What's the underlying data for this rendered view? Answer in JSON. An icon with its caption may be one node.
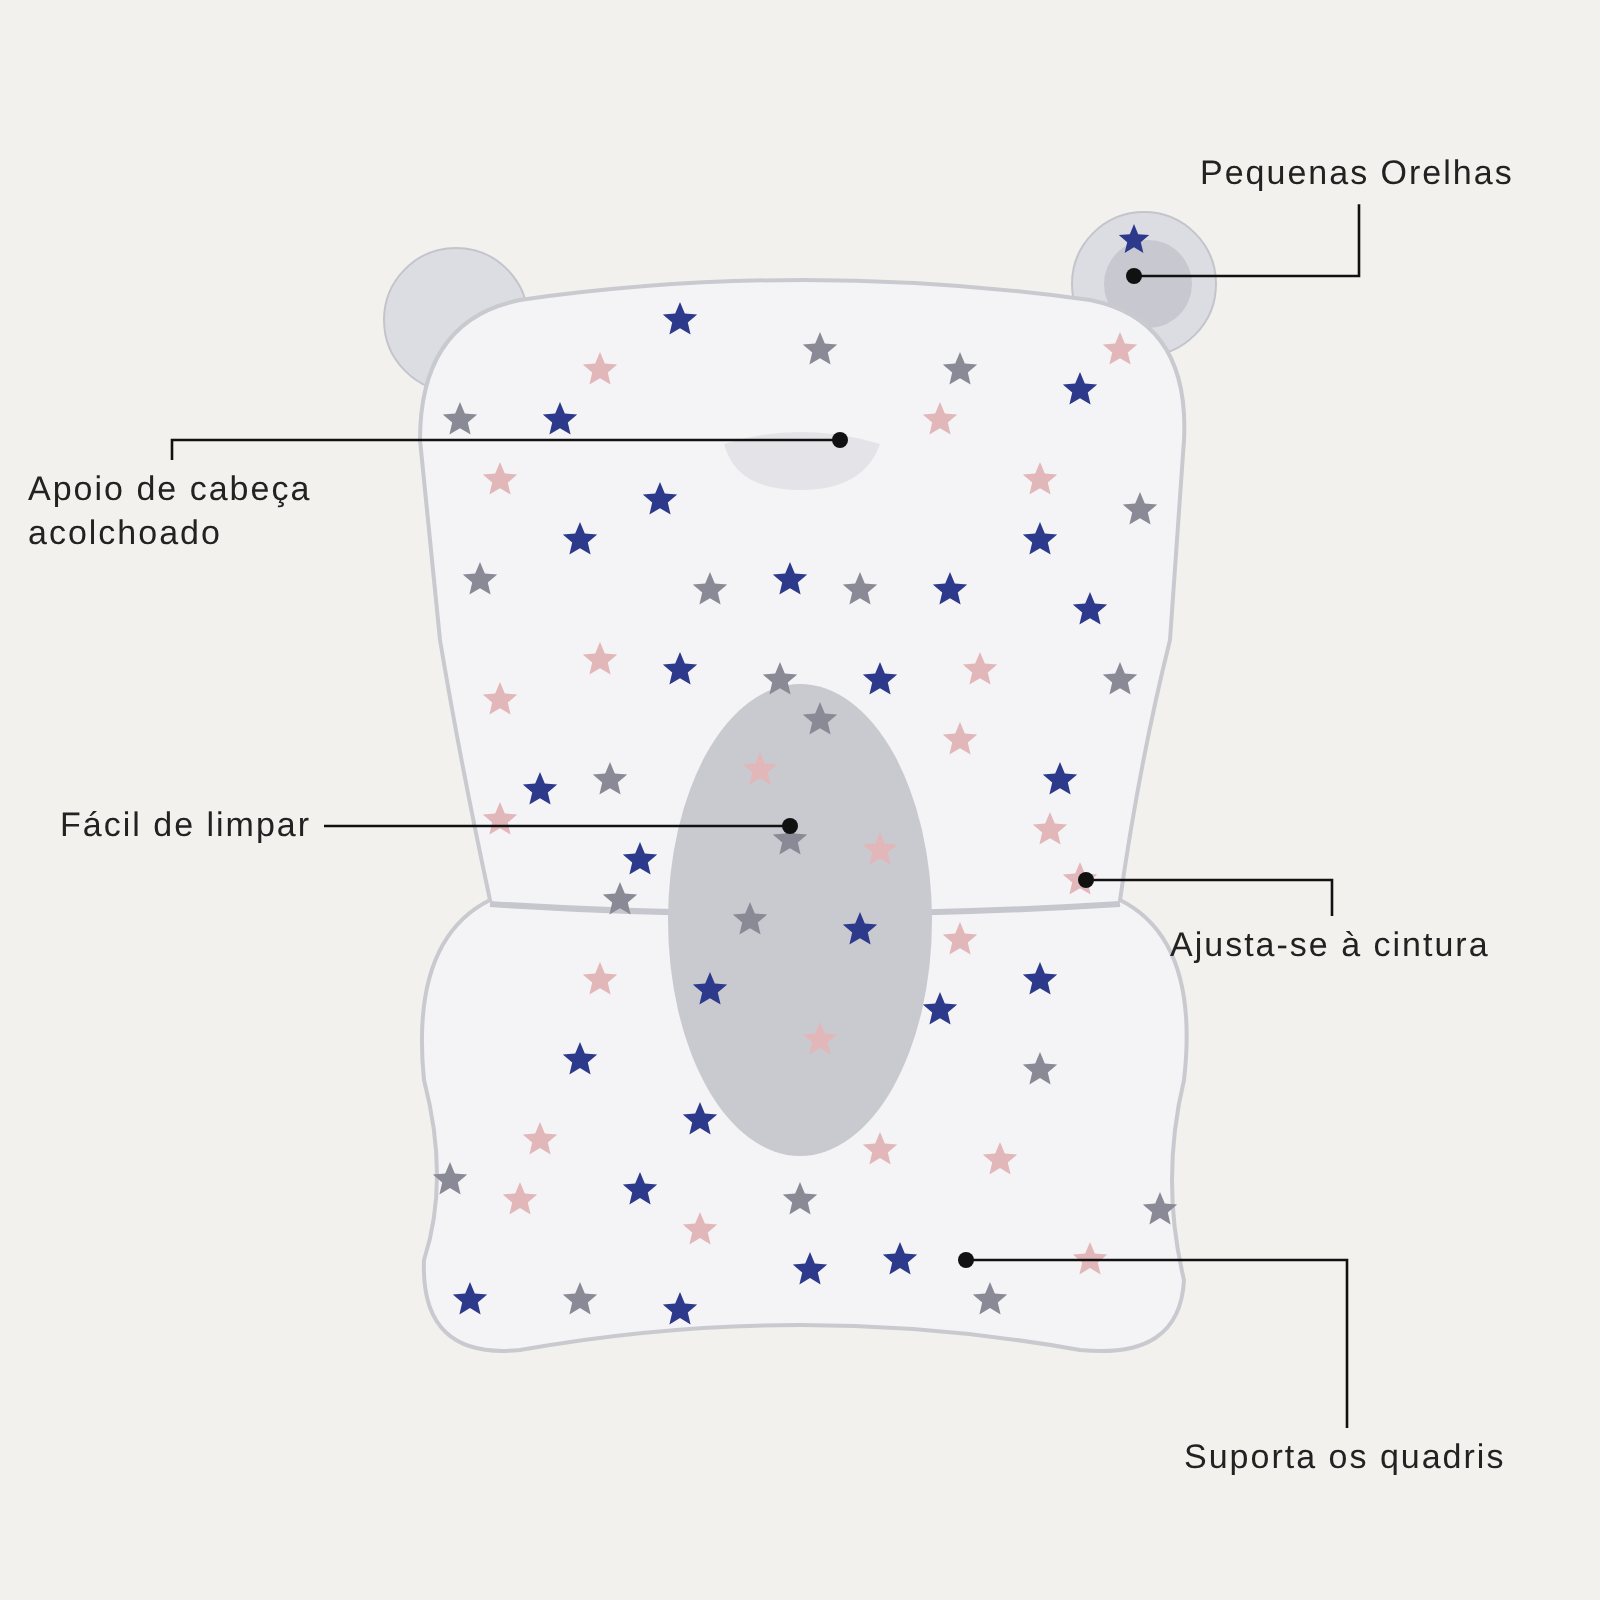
{
  "diagram": {
    "nodes": [
      {
        "text": [
          "Pequenas Orelhas"
        ]
      },
      {
        "text": [
          "Apoio de cabeça acolchoado"
        ]
      },
      {
        "text": [
          "Fácil de limpar"
        ]
      },
      {
        "text": [
          "Ajusta-se à cintura"
        ]
      },
      {
        "text": [
          "Suporta os quadris"
        ]
      }
    ],
    "edges": [
      {
        "from": 0,
        "to": null,
        "arrow": "other"
      },
      {
        "from": 1,
        "to": null,
        "arrow": "other"
      },
      {
        "from": 2,
        "to": null,
        "arrow": "other"
      },
      {
        "from": 3,
        "to": null,
        "arrow": "other"
      },
      {
        "from": 4,
        "to": null,
        "arrow": "other"
      }
    ]
  }
}
